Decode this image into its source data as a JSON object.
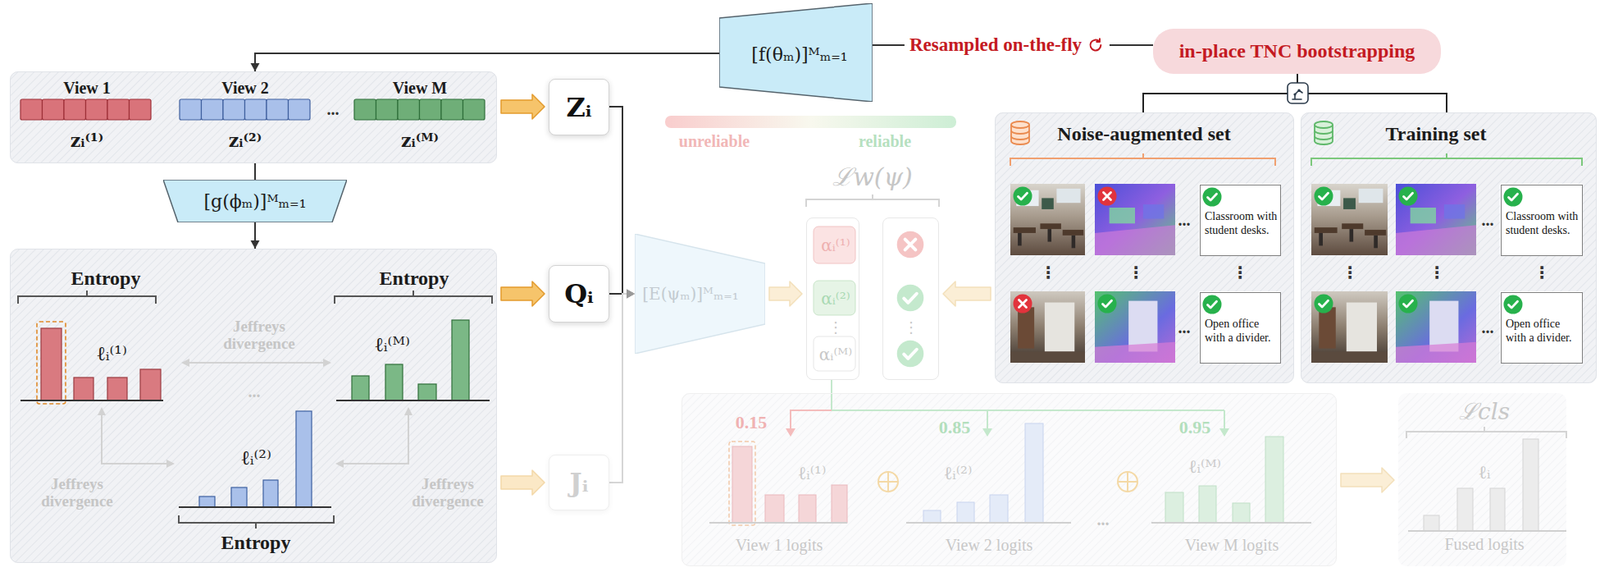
{
  "diagram": {
    "nodes": [
      {
        "text": [
          "[f(θₘ)]ᴹₘ₌₁"
        ]
      },
      {
        "text": [
          "in-place TNC bootstrapping"
        ]
      },
      {
        "text": [
          "View 1",
          "View 2",
          "...",
          "View M",
          "zᵢ⁽¹⁾",
          "zᵢ⁽²⁾",
          "zᵢ⁽ᴹ⁾"
        ]
      },
      {
        "text": [
          "[g(ϕₘ)]ᴹₘ₌₁"
        ]
      },
      {
        "text": [
          "Entropy",
          "Entropy",
          "Jeffreys divergence",
          "ℓᵢ⁽¹⁾",
          "ℓᵢ⁽ᴹ⁾",
          "...",
          "ℓᵢ⁽²⁾",
          "Jeffreys divergence",
          "Jeffreys divergence",
          "Entropy"
        ]
      },
      {
        "text": [
          "Zᵢ"
        ]
      },
      {
        "text": [
          "Qᵢ"
        ]
      },
      {
        "text": [
          "Jᵢ"
        ]
      },
      {
        "text": [
          "[E(ψₘ)]ᴹₘ₌₁"
        ]
      },
      {
        "text": [
          "αᵢ⁽¹⁾",
          "αᵢ⁽²⁾",
          "⋮",
          "αᵢ⁽ᴹ⁾"
        ]
      },
      {
        "text": [
          "⋮"
        ]
      },
      {
        "text": [
          "Noise-augmented set",
          "...",
          "⋮",
          "⋮",
          "⋮",
          "..."
        ]
      },
      {
        "text": [
          "Classroom with student desks."
        ],
        "in": 11
      },
      {
        "text": [
          "Open office with a divider."
        ],
        "in": 11
      },
      {
        "text": [
          "Training set",
          "...",
          "⋮",
          "⋮",
          "⋮",
          "..."
        ]
      },
      {
        "text": [
          "Classroom with student desks."
        ],
        "in": 14
      },
      {
        "text": [
          "Open office with a divider."
        ],
        "in": 14
      },
      {
        "text": [
          "0.15",
          "0.85",
          "0.95",
          "ℓᵢ⁽¹⁾",
          "ℓᵢ⁽²⁾",
          "ℓᵢ⁽ᴹ⁾",
          "...",
          "View 1 logits",
          "View 2 logits",
          "View M logits"
        ]
      },
      {
        "text": [
          "ℒcls",
          "ℓᵢ",
          "Fused logits"
        ]
      }
    ],
    "edges": [
      {
        "from": 0,
        "to": 2,
        "arrow": "to"
      },
      {
        "from": 1,
        "to": 0,
        "label": "Resampled on-the-fly",
        "arrow": "none"
      },
      {
        "from": 1,
        "to": 11,
        "arrow": "none"
      },
      {
        "from": 1,
        "to": 14,
        "arrow": "none"
      },
      {
        "from": 2,
        "to": 3,
        "arrow": "none"
      },
      {
        "from": 3,
        "to": 4,
        "arrow": "to"
      },
      {
        "from": 2,
        "to": 5,
        "arrow": "to"
      },
      {
        "from": 4,
        "to": 6,
        "arrow": "to"
      },
      {
        "from": 4,
        "to": 7,
        "arrow": "to"
      },
      {
        "from": 5,
        "to": 8,
        "arrow": "to"
      },
      {
        "from": 6,
        "to": 8,
        "arrow": "to"
      },
      {
        "from": 7,
        "to": 8,
        "arrow": "to"
      },
      {
        "from": 8,
        "to": 9,
        "arrow": "to"
      },
      {
        "from": 11,
        "to": 10,
        "arrow": "to"
      },
      {
        "from": 9,
        "to": 17,
        "arrow": "none"
      },
      {
        "from": 17,
        "to": 18,
        "arrow": "to"
      }
    ],
    "labels": [
      "unreliable",
      "reliable",
      "ℒw(ψ)"
    ]
  }
}
